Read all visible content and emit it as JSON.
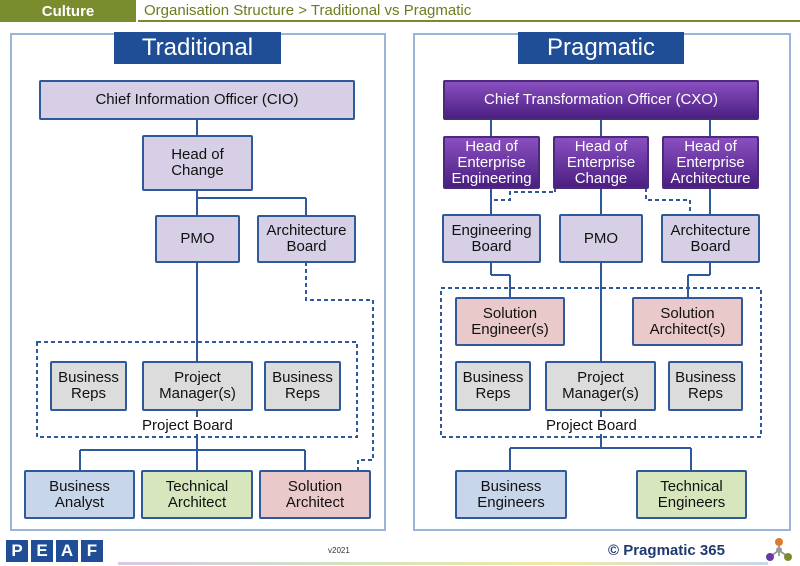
{
  "header": {
    "tag": "Culture",
    "breadcrumb": "Organisation Structure > Traditional vs Pragmatic"
  },
  "traditional": {
    "title": "Traditional",
    "cio": "Chief Information Officer (CIO)",
    "head_of_change": "Head of Change",
    "pmo": "PMO",
    "architecture_board": "Architecture Board",
    "business_reps_left": "Business Reps",
    "project_managers": "Project Manager(s)",
    "business_reps_right": "Business Reps",
    "project_board": "Project  Board",
    "business_analyst": "Business Analyst",
    "technical_architect": "Technical Architect",
    "solution_architect": "Solution Architect"
  },
  "pragmatic": {
    "title": "Pragmatic",
    "cxo": "Chief Transformation Officer (CXO)",
    "head_engineering": "Head of Enterprise Engineering",
    "head_change": "Head of Enterprise Change",
    "head_architecture": "Head of Enterprise Architecture",
    "engineering_board": "Engineering Board",
    "pmo": "PMO",
    "architecture_board": "Architecture Board",
    "solution_engineers": "Solution Engineer(s)",
    "solution_architects": "Solution Architect(s)",
    "business_reps_left": "Business Reps",
    "project_managers": "Project Manager(s)",
    "business_reps_right": "Business Reps",
    "project_board": "Project  Board",
    "business_engineers": "Business Engineers",
    "technical_engineers": "Technical Engineers"
  },
  "footer": {
    "logo_letters": [
      "P",
      "E",
      "A",
      "F"
    ],
    "version": "v2021",
    "brand": "© Pragmatic 365"
  },
  "colors": {
    "accent": "#7a8d2e",
    "title_blue": "#1f4e96",
    "box_border": "#2e5a9c",
    "lavender": "#d6cfe5",
    "purple": "#6a37a6",
    "grey": "#dcdcdc",
    "light_blue": "#c7d6ea",
    "light_green": "#d7e6bd",
    "pink": "#eac9cb"
  }
}
